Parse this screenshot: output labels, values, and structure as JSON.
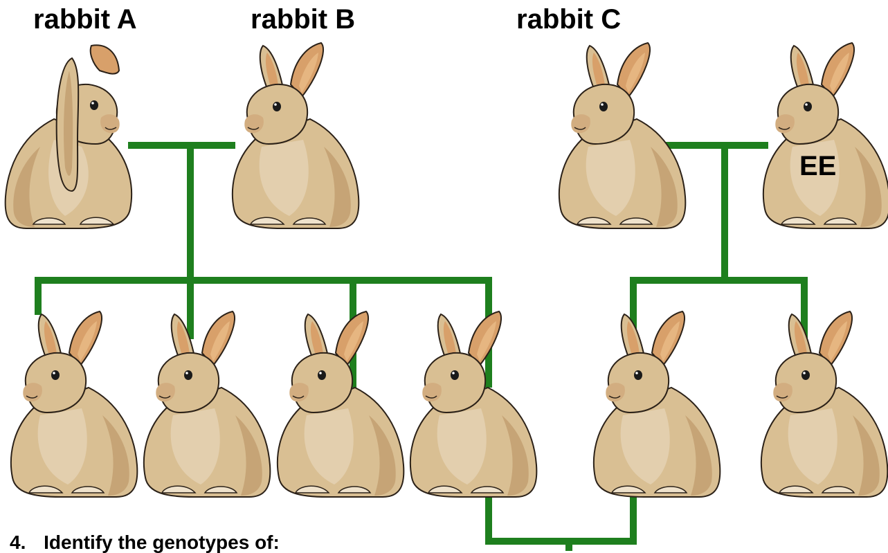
{
  "labels": {
    "rabbit_a": "rabbit A",
    "rabbit_b": "rabbit B",
    "rabbit_c": "rabbit C"
  },
  "genotypes": {
    "parent_d": "EE"
  },
  "question": {
    "number": "4.",
    "text": "Identify the genotypes of:"
  },
  "colors": {
    "line": "#1e7f1e",
    "fur": "#d9bf93",
    "fur_shade": "#c6a476",
    "belly": "#e3cfae",
    "ear_inner": "#d8a06a",
    "outline": "#2b2118"
  }
}
